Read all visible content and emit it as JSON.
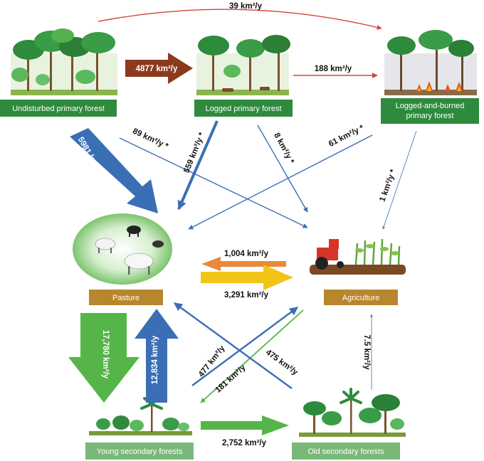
{
  "nodes": {
    "undisturbed": {
      "label": "Undisturbed primary forest",
      "color": "#2e8b3d"
    },
    "logged": {
      "label": "Logged primary forest",
      "color": "#2e8b3d"
    },
    "logged_burned": {
      "label_line1": "Logged-and-burned",
      "label_line2": "primary forest",
      "color": "#2e8b3d"
    },
    "pasture": {
      "label": "Pasture",
      "color": "#b8862d"
    },
    "agriculture": {
      "label": "Agriculture",
      "color": "#b8862d"
    },
    "young_secondary": {
      "label": "Young secondary forests",
      "color": "#7ab87a"
    },
    "old_secondary": {
      "label": "Old secondary forests",
      "color": "#7ab87a"
    }
  },
  "flows": {
    "undisturbed_to_logged_burned": "39 km²/y",
    "undisturbed_to_logged": "4877 km²/y",
    "logged_to_logged_burned": "188 km²/y",
    "undisturbed_to_pasture": "5981 km²/y *",
    "undisturbed_to_agriculture": "89 km²/y *",
    "logged_to_pasture": "559 km²/y *",
    "logged_to_agriculture": "8 km²/y *",
    "logged_burned_to_pasture": "61 km²/y *",
    "logged_burned_to_agriculture": "1 km²/y *",
    "agriculture_to_pasture": "1,004 km²/y",
    "pasture_to_agriculture": "3,291 km²/y",
    "pasture_to_young": "17,780 km²/y",
    "young_to_pasture": "12,834 km²/y",
    "young_to_agriculture": "477 km²/y",
    "agriculture_to_young": "181 km²/y",
    "old_to_pasture": "475 km²/y",
    "old_to_agriculture": "7.5 km²/y",
    "young_to_old": "2,752 km²/y"
  },
  "colors": {
    "primary_arrow": "#d6443c",
    "brown_arrow": "#8b3a1e",
    "blue_arrow": "#3a6fb5",
    "orange_arrow": "#e88a3a",
    "yellow_arrow": "#f2c418",
    "green_arrow": "#55b548"
  },
  "icons": {
    "undisturbed": "rainforest-icon",
    "logged": "logged-forest-icon",
    "logged_burned": "burned-forest-icon",
    "pasture": "cattle-pasture-icon",
    "agriculture": "tractor-crops-icon",
    "young_secondary": "young-forest-icon",
    "old_secondary": "old-forest-icon"
  }
}
